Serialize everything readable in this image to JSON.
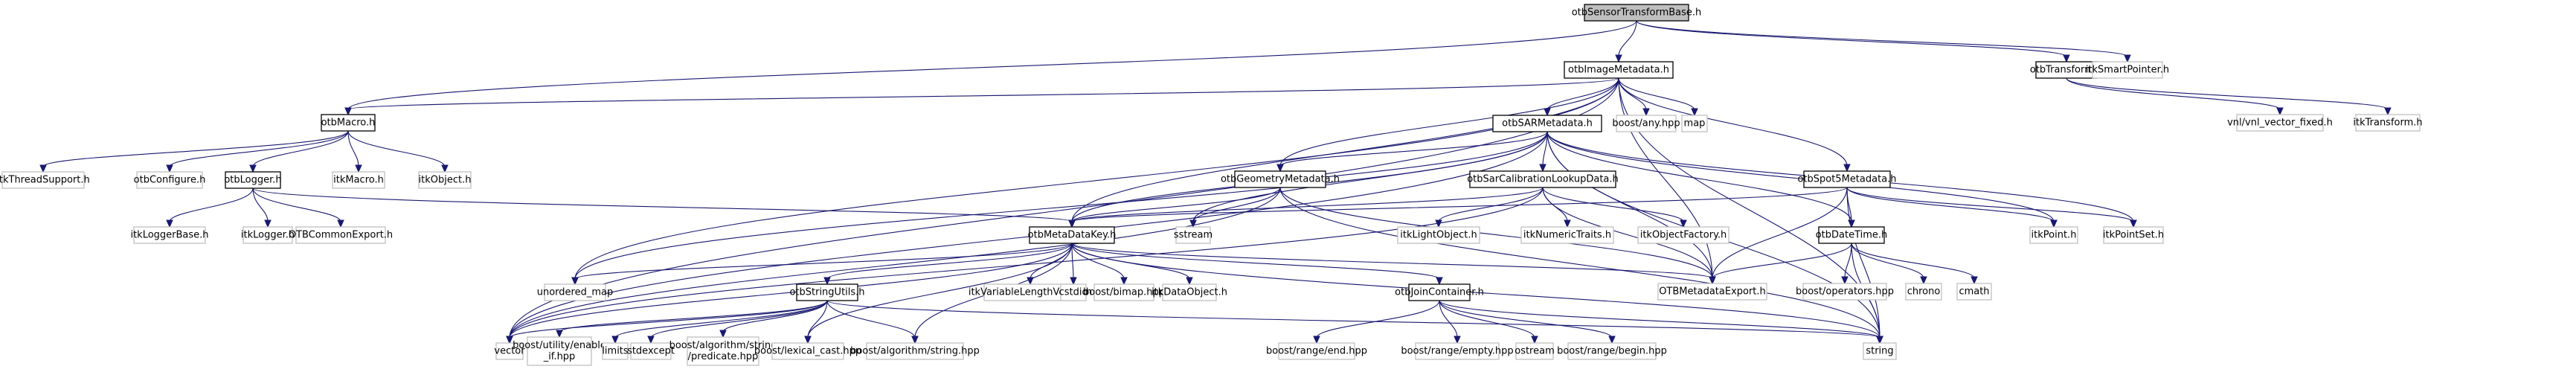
{
  "title": "otbSensorTransformBase.h include dependency graph",
  "colors": {
    "edge": "#191970",
    "root_fill": "#bfbfbf",
    "internal_border": "#000000",
    "external_border": "#bfbfbf"
  },
  "nodes": [
    {
      "id": "root",
      "label": "otbSensorTransformBase.h",
      "kind": "root"
    },
    {
      "id": "imd",
      "label": "otbImageMetadata.h",
      "kind": "internal"
    },
    {
      "id": "transform",
      "label": "otbTransform.h",
      "kind": "internal"
    },
    {
      "id": "smartptr",
      "label": "itkSmartPointer.h",
      "kind": "external"
    },
    {
      "id": "macro",
      "label": "otbMacro.h",
      "kind": "internal"
    },
    {
      "id": "sarmd",
      "label": "otbSARMetadata.h",
      "kind": "internal"
    },
    {
      "id": "anyhpp",
      "label": "boost/any.hpp",
      "kind": "external"
    },
    {
      "id": "map",
      "label": "map",
      "kind": "external"
    },
    {
      "id": "vnlvec",
      "label": "vnl/vnl_vector_fixed.h",
      "kind": "external"
    },
    {
      "id": "itktransform",
      "label": "itkTransform.h",
      "kind": "external"
    },
    {
      "id": "threadsupport",
      "label": "itkThreadSupport.h",
      "kind": "external"
    },
    {
      "id": "configure",
      "label": "otbConfigure.h",
      "kind": "external"
    },
    {
      "id": "logger",
      "label": "otbLogger.h",
      "kind": "internal"
    },
    {
      "id": "itkmacro",
      "label": "itkMacro.h",
      "kind": "external"
    },
    {
      "id": "itkobject",
      "label": "itkObject.h",
      "kind": "external"
    },
    {
      "id": "geommd",
      "label": "otbGeometryMetadata.h",
      "kind": "internal"
    },
    {
      "id": "sarcal",
      "label": "otbSarCalibrationLookupData.h",
      "kind": "internal"
    },
    {
      "id": "spot5",
      "label": "otbSpot5Metadata.h",
      "kind": "internal"
    },
    {
      "id": "loggerbase",
      "label": "itkLoggerBase.h",
      "kind": "external"
    },
    {
      "id": "itklogger",
      "label": "itkLogger.h",
      "kind": "external"
    },
    {
      "id": "commonexport",
      "label": "OTBCommonExport.h",
      "kind": "external"
    },
    {
      "id": "mdkey",
      "label": "otbMetaDataKey.h",
      "kind": "internal"
    },
    {
      "id": "sstream",
      "label": "sstream",
      "kind": "external"
    },
    {
      "id": "lightobject",
      "label": "itkLightObject.h",
      "kind": "external"
    },
    {
      "id": "numerictraits",
      "label": "itkNumericTraits.h",
      "kind": "external"
    },
    {
      "id": "objectfactory",
      "label": "itkObjectFactory.h",
      "kind": "external"
    },
    {
      "id": "datetime",
      "label": "otbDateTime.h",
      "kind": "internal"
    },
    {
      "id": "itkpoint",
      "label": "itkPoint.h",
      "kind": "external"
    },
    {
      "id": "itkpointset",
      "label": "itkPointSet.h",
      "kind": "external"
    },
    {
      "id": "unorderedmap",
      "label": "unordered_map",
      "kind": "external"
    },
    {
      "id": "strutils",
      "label": "otbStringUtils.h",
      "kind": "internal"
    },
    {
      "id": "varlenvec",
      "label": "itkVariableLengthVector.h",
      "kind": "external"
    },
    {
      "id": "cstdio",
      "label": "cstdio",
      "kind": "external"
    },
    {
      "id": "bimap",
      "label": "boost/bimap.hpp",
      "kind": "external"
    },
    {
      "id": "dataobject",
      "label": "itkDataObject.h",
      "kind": "external"
    },
    {
      "id": "joincontainer",
      "label": "otbJoinContainer.h",
      "kind": "internal"
    },
    {
      "id": "mdexport",
      "label": "OTBMetadataExport.h",
      "kind": "external"
    },
    {
      "id": "operators",
      "label": "boost/operators.hpp",
      "kind": "external"
    },
    {
      "id": "chrono",
      "label": "chrono",
      "kind": "external"
    },
    {
      "id": "cmath",
      "label": "cmath",
      "kind": "external"
    },
    {
      "id": "vector",
      "label": "vector",
      "kind": "external"
    },
    {
      "id": "enableif",
      "label": "boost/utility/enable\n_if.hpp",
      "kind": "external"
    },
    {
      "id": "limits",
      "label": "limits",
      "kind": "external"
    },
    {
      "id": "stdexcept",
      "label": "stdexcept",
      "kind": "external"
    },
    {
      "id": "predicate",
      "label": "boost/algorithm/string\n/predicate.hpp",
      "kind": "external"
    },
    {
      "id": "lexicalcast",
      "label": "boost/lexical_cast.hpp",
      "kind": "external"
    },
    {
      "id": "algostring",
      "label": "boost/algorithm/string.hpp",
      "kind": "external"
    },
    {
      "id": "rangeend",
      "label": "boost/range/end.hpp",
      "kind": "external"
    },
    {
      "id": "rangeempty",
      "label": "boost/range/empty.hpp",
      "kind": "external"
    },
    {
      "id": "ostream",
      "label": "ostream",
      "kind": "external"
    },
    {
      "id": "rangebegin",
      "label": "boost/range/begin.hpp",
      "kind": "external"
    },
    {
      "id": "string",
      "label": "string",
      "kind": "external"
    }
  ],
  "edges": [
    [
      "root",
      "imd"
    ],
    [
      "root",
      "transform"
    ],
    [
      "root",
      "smartptr"
    ],
    [
      "root",
      "macro"
    ],
    [
      "imd",
      "macro"
    ],
    [
      "imd",
      "sarmd"
    ],
    [
      "imd",
      "anyhpp"
    ],
    [
      "imd",
      "map"
    ],
    [
      "imd",
      "geommd"
    ],
    [
      "imd",
      "spot5"
    ],
    [
      "imd",
      "mdkey"
    ],
    [
      "imd",
      "vector"
    ],
    [
      "imd",
      "unorderedmap"
    ],
    [
      "imd",
      "string"
    ],
    [
      "imd",
      "mdexport"
    ],
    [
      "transform",
      "vnlvec"
    ],
    [
      "transform",
      "itktransform"
    ],
    [
      "macro",
      "threadsupport"
    ],
    [
      "macro",
      "configure"
    ],
    [
      "macro",
      "logger"
    ],
    [
      "macro",
      "itkmacro"
    ],
    [
      "macro",
      "itkobject"
    ],
    [
      "logger",
      "loggerbase"
    ],
    [
      "logger",
      "itklogger"
    ],
    [
      "logger",
      "commonexport"
    ],
    [
      "logger",
      "mdkey"
    ],
    [
      "sarmd",
      "geommd"
    ],
    [
      "sarmd",
      "sarcal"
    ],
    [
      "sarmd",
      "datetime"
    ],
    [
      "sarmd",
      "itkpoint"
    ],
    [
      "sarmd",
      "itkpointset"
    ],
    [
      "sarmd",
      "sstream"
    ],
    [
      "sarmd",
      "mdkey"
    ],
    [
      "sarmd",
      "vector"
    ],
    [
      "sarmd",
      "unorderedmap"
    ],
    [
      "sarmd",
      "string"
    ],
    [
      "sarmd",
      "mdexport"
    ],
    [
      "geommd",
      "mdkey"
    ],
    [
      "geommd",
      "sstream"
    ],
    [
      "geommd",
      "vector"
    ],
    [
      "geommd",
      "string"
    ],
    [
      "geommd",
      "mdexport"
    ],
    [
      "sarcal",
      "lightobject"
    ],
    [
      "sarcal",
      "numerictraits"
    ],
    [
      "sarcal",
      "objectfactory"
    ],
    [
      "sarcal",
      "mdexport"
    ],
    [
      "sarcal",
      "mdkey"
    ],
    [
      "sarcal",
      "vector"
    ],
    [
      "spot5",
      "datetime"
    ],
    [
      "spot5",
      "itkpoint"
    ],
    [
      "spot5",
      "itkpointset"
    ],
    [
      "spot5",
      "mdexport"
    ],
    [
      "spot5",
      "mdkey"
    ],
    [
      "spot5",
      "string"
    ],
    [
      "mdkey",
      "unorderedmap"
    ],
    [
      "mdkey",
      "strutils"
    ],
    [
      "mdkey",
      "varlenvec"
    ],
    [
      "mdkey",
      "cstdio"
    ],
    [
      "mdkey",
      "bimap"
    ],
    [
      "mdkey",
      "dataobject"
    ],
    [
      "mdkey",
      "joincontainer"
    ],
    [
      "mdkey",
      "mdexport"
    ],
    [
      "mdkey",
      "vector"
    ],
    [
      "mdkey",
      "string"
    ],
    [
      "mdkey",
      "lexicalcast"
    ],
    [
      "mdkey",
      "algostring"
    ],
    [
      "datetime",
      "mdexport"
    ],
    [
      "datetime",
      "operators"
    ],
    [
      "datetime",
      "chrono"
    ],
    [
      "datetime",
      "cmath"
    ],
    [
      "datetime",
      "string"
    ],
    [
      "strutils",
      "vector"
    ],
    [
      "strutils",
      "enableif"
    ],
    [
      "strutils",
      "limits"
    ],
    [
      "strutils",
      "stdexcept"
    ],
    [
      "strutils",
      "predicate"
    ],
    [
      "strutils",
      "lexicalcast"
    ],
    [
      "strutils",
      "algostring"
    ],
    [
      "strutils",
      "string"
    ],
    [
      "joincontainer",
      "rangeend"
    ],
    [
      "joincontainer",
      "rangeempty"
    ],
    [
      "joincontainer",
      "ostream"
    ],
    [
      "joincontainer",
      "rangebegin"
    ],
    [
      "joincontainer",
      "string"
    ]
  ]
}
